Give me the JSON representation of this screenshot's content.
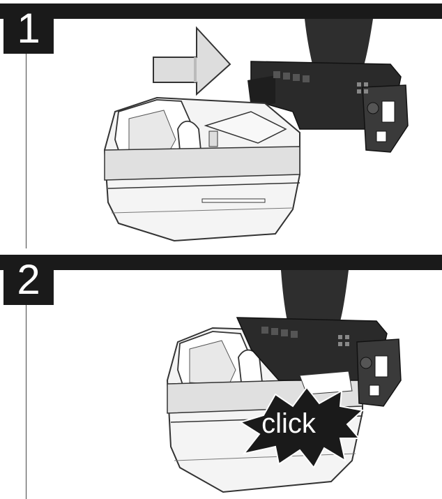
{
  "steps": [
    {
      "number": "1"
    },
    {
      "number": "2",
      "callout": "click"
    }
  ],
  "colors": {
    "bar": "#1a1a1a",
    "tool": "#2a2a2a",
    "battery": "#f2f2f2",
    "outline": "#333333"
  },
  "icons": [
    "arrow-right-icon",
    "burst-icon"
  ]
}
